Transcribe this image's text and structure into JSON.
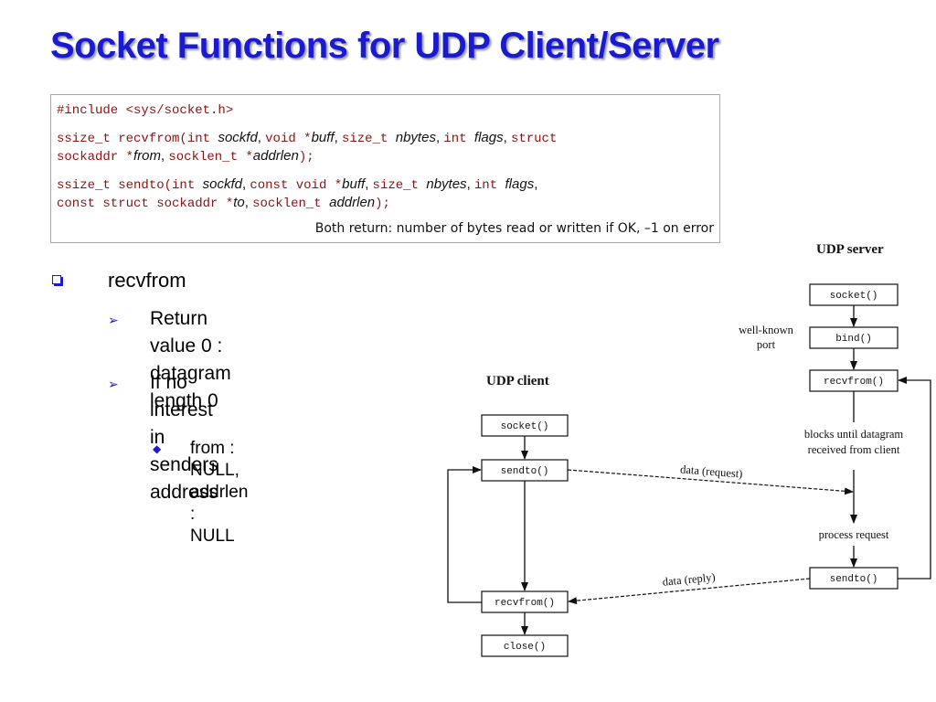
{
  "slide": {
    "title": "Socket Functions for UDP Client/Server"
  },
  "code": {
    "include": "#include <sys/socket.h>",
    "recvfrom": {
      "l1_a": "ssize_t recvfrom(int ",
      "l1_sockfd": "sockfd",
      "l1_b": ", ",
      "l1_c": "void *",
      "l1_buff": "buff",
      "l1_d": ", ",
      "l1_e": "size_t ",
      "l1_nbytes": "nbytes",
      "l1_f": ", ",
      "l1_g": "int ",
      "l1_flags": "flags",
      "l1_h": ", ",
      "l1_i": "struct",
      "l2_a": "sockaddr *",
      "l2_from": "from",
      "l2_b": ", ",
      "l2_c": "socklen_t *",
      "l2_addrlen": "addrlen",
      "l2_d": ");"
    },
    "sendto": {
      "l1_a": "ssize_t sendto(int ",
      "l1_sockfd": "sockfd",
      "l1_b": ", ",
      "l1_c": "const void *",
      "l1_buff": "buff",
      "l1_d": ", ",
      "l1_e": "size_t ",
      "l1_nbytes": "nbytes",
      "l1_f": ", ",
      "l1_g": "int ",
      "l1_flags": "flags",
      "l1_h": ",",
      "l2_a": "const struct sockaddr *",
      "l2_to": "to",
      "l2_b": ", ",
      "l2_c": "socklen_t ",
      "l2_addrlen": "addrlen",
      "l2_d": ");"
    },
    "note": "Both return: number of bytes read or written if OK, –1 on error"
  },
  "bullets": {
    "l1": "recvfrom",
    "l2a_1": "Return value 0 : datagram",
    "l2a_2": "length 0",
    "l2b_1": "If no interest in senders",
    "l2b_2": "address",
    "l3_1": "from : NULL, addrlen :",
    "l3_2": "NULL",
    "marker_l1": "❑",
    "marker_l2": "➢",
    "marker_l3": "◆"
  },
  "diagram": {
    "server_title": "UDP server",
    "client_title": "UDP client",
    "server_boxes": [
      "socket()",
      "bind()",
      "recvfrom()",
      "sendto()"
    ],
    "client_boxes": [
      "socket()",
      "sendto()",
      "recvfrom()",
      "close()"
    ],
    "well_known_1": "well-known",
    "well_known_2": "port",
    "blocks_1": "blocks until datagram",
    "blocks_2": "received from client",
    "process": "process request",
    "data_request": "data (request)",
    "data_reply": "data (reply)"
  }
}
